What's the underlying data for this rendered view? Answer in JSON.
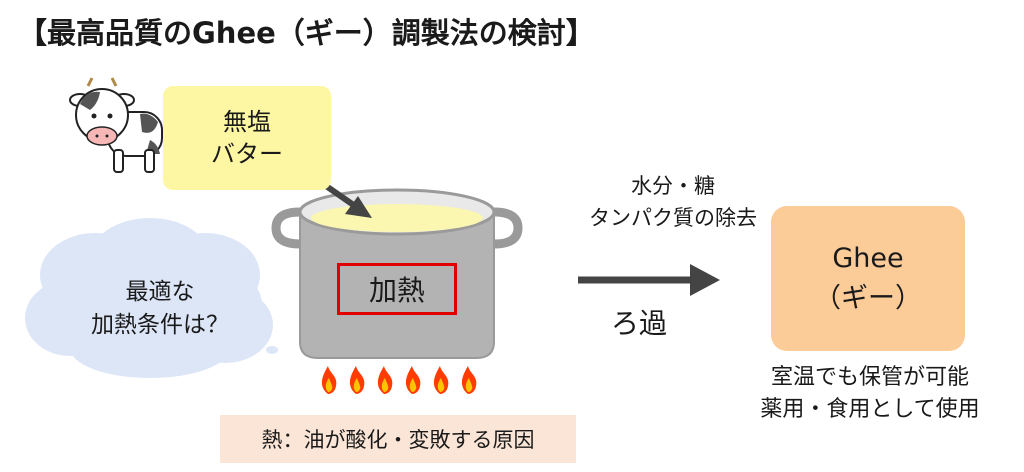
{
  "title": "【最高品質のGhee（ギー）調製法の検討】",
  "butter": {
    "line1": "無塩",
    "line2": "バター"
  },
  "cloud": {
    "line1": "最適な",
    "line2": "加熱条件は？"
  },
  "pot": {
    "heat_label": "加熱"
  },
  "process": {
    "removal_line1": "水分・糖",
    "removal_line2": "タンパク質の除去",
    "filter_label": "ろ過"
  },
  "ghee": {
    "name": "Ghee",
    "reading": "（ギー）"
  },
  "usage": {
    "line1": "室温でも保管が可能",
    "line2": "薬用・食用として使用"
  },
  "note": {
    "text": "熱：油が酸化・変敗する原因"
  },
  "colors": {
    "butter_box": "#fdf7a3",
    "ghee_box": "#fbcb98",
    "note_box": "#fbe5d7",
    "heat_border": "#e00000",
    "pot": "#b3b3b3",
    "cloud": "#dde6f7",
    "flame": "#ff3b00",
    "arrow": "#444444"
  },
  "icons": [
    "cow-icon",
    "pot-icon",
    "flame-icon",
    "thought-cloud-icon",
    "arrow-icon"
  ]
}
